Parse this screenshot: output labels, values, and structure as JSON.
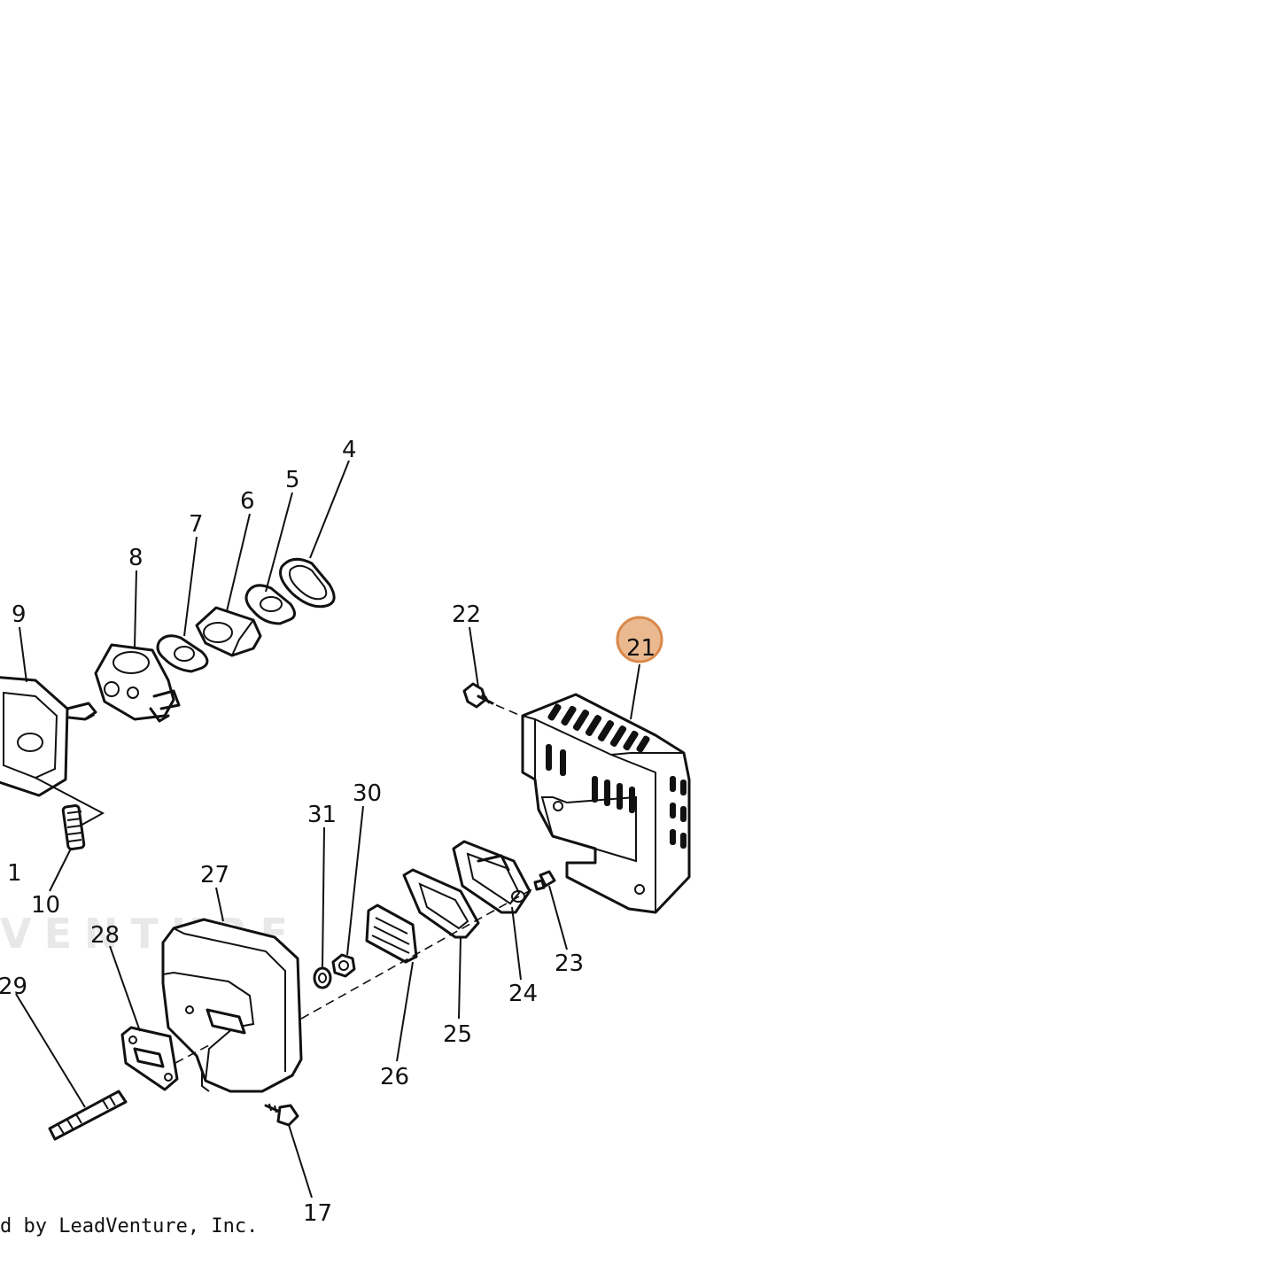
{
  "diagram": {
    "callouts": {
      "c4": "4",
      "c5": "5",
      "c6": "6",
      "c7": "7",
      "c8": "8",
      "c9": "9",
      "c10": "10",
      "c1": "1",
      "c17": "17",
      "c21": "21",
      "c22": "22",
      "c23": "23",
      "c24": "24",
      "c25": "25",
      "c26": "26",
      "c27": "27",
      "c28": "28",
      "c29": "29",
      "c30": "30",
      "c31": "31"
    },
    "highlighted_callout": "21",
    "highlight_color": "#E3A26A",
    "watermark": "VENTURE"
  },
  "footer": {
    "copyright": "d by LeadVenture, Inc."
  }
}
